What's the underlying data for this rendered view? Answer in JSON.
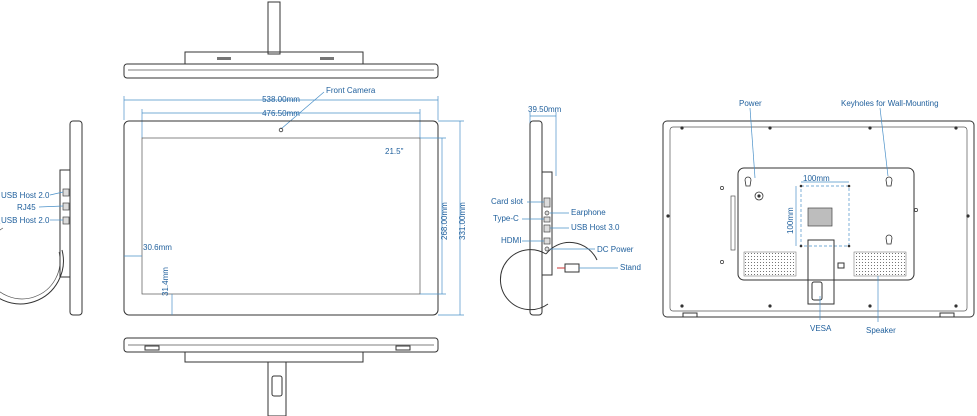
{
  "front_view": {
    "width_outer": "538.00mm",
    "width_screen": "476.50mm",
    "height_screen": "268.00mm",
    "height_outer": "331.00mm",
    "diagonal": "21.5\"",
    "bezel_side": "30.6mm",
    "bezel_bottom": "31.4mm",
    "front_camera": "Front Camera"
  },
  "left_side": {
    "usb_host_1": "USB Host 2.0",
    "rj45": "RJ45",
    "usb_host_2": "USB Host 2.0"
  },
  "right_side": {
    "depth": "39.50mm",
    "card_slot": "Card slot",
    "earphone": "Earphone",
    "type_c": "Type-C",
    "usb_host_3": "USB Host 3.0",
    "hdmi": "HDMI",
    "dc_power": "DC Power",
    "stand": "Stand"
  },
  "back_view": {
    "power": "Power",
    "keyholes": "Keyholes for Wall-Mounting",
    "vesa_w": "100mm",
    "vesa_h": "100mm",
    "vesa": "VESA",
    "speaker": "Speaker"
  }
}
